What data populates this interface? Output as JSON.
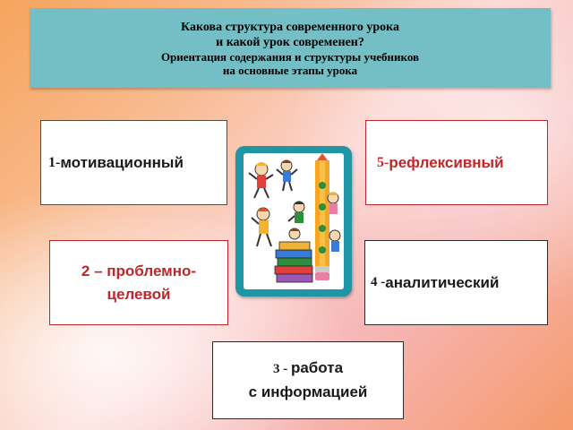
{
  "header": {
    "line1": "Какова структура современного урока",
    "line2": "и какой урок современен?",
    "line3": "Ориентация содержания и структуры учебников",
    "line4": "на основные этапы урока"
  },
  "stages": {
    "s1": {
      "num": "1-",
      "text": "мотивационный"
    },
    "s2": {
      "line1": "2 – проблемно-",
      "line2": "целевой"
    },
    "s3": {
      "num": "3 - ",
      "text": "работа",
      "line2": "с информацией"
    },
    "s4": {
      "num": "4 - ",
      "text": "аналитический"
    },
    "s5": {
      "num": "5-",
      "text": "рефлексивный"
    }
  },
  "colors": {
    "header_bg": "#74bfc6",
    "accent_red": "#c0252a",
    "frame_teal": "#1f95a6"
  },
  "illustration": {
    "icon": "children-with-books-pencil-illustration"
  }
}
